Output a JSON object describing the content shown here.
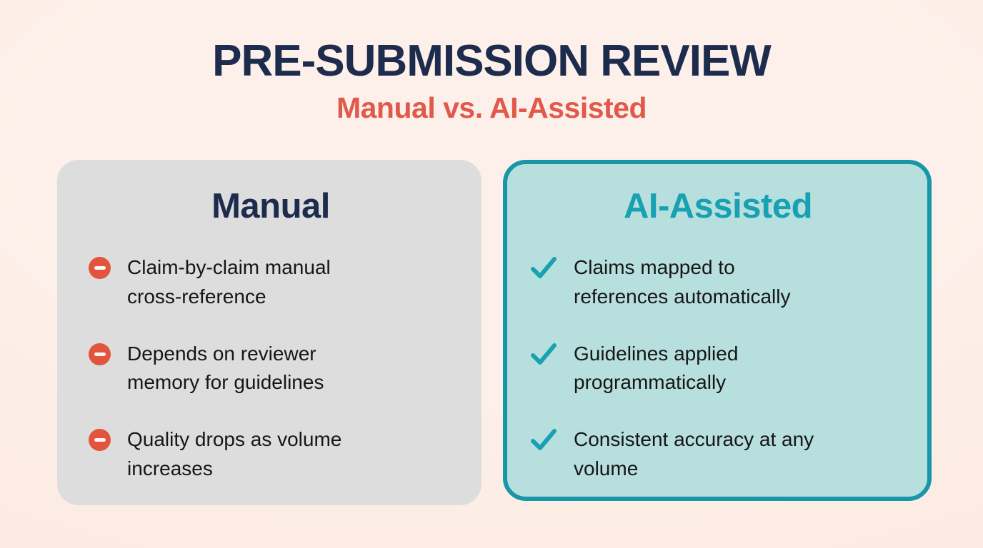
{
  "header": {
    "title": "PRE-SUBMISSION REVIEW",
    "subtitle": "Manual vs. AI-Assisted"
  },
  "colors": {
    "background": "#fdeee7",
    "title_navy": "#1d2b4d",
    "accent_orange": "#e0594a",
    "teal": "#17a1b3",
    "left_card_bg": "#dcdddc",
    "right_card_bg": "#b7dfdd",
    "right_card_border": "#1897a9",
    "body_text": "#161616",
    "minus_icon_bg": "#e2543e"
  },
  "icons": {
    "negative": "minus-circle-icon",
    "positive": "check-icon"
  },
  "cards": [
    {
      "id": "manual",
      "title": "Manual",
      "items": [
        "Claim-by-claim manual\ncross-reference",
        "Depends on reviewer\nmemory for guidelines",
        "Quality drops as volume\nincreases"
      ]
    },
    {
      "id": "ai-assisted",
      "title": "AI-Assisted",
      "items": [
        "Claims mapped to\nreferences automatically",
        "Guidelines applied\nprogrammatically",
        "Consistent accuracy at any\nvolume"
      ]
    }
  ]
}
